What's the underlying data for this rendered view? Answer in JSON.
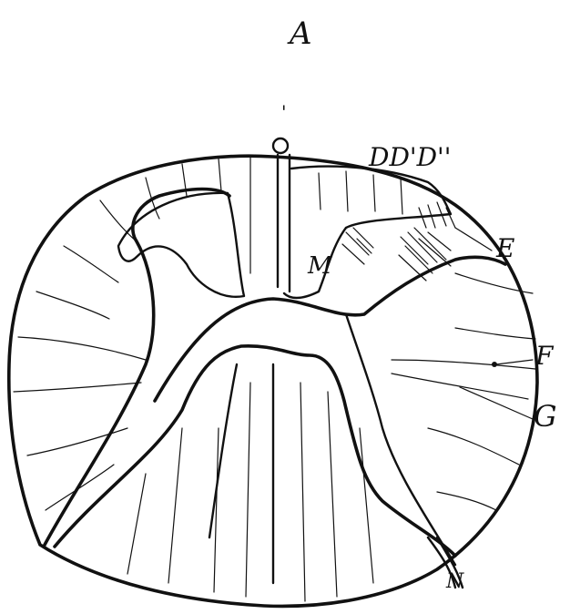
{
  "figure": {
    "title": "A",
    "labels": {
      "top_mark": "'",
      "d_group": "DD'D''",
      "m": "M",
      "e": "E",
      "f": "F",
      "g": "G",
      "n": "N"
    }
  },
  "colors": {
    "ink": "#111111",
    "paper": "#ffffff"
  }
}
